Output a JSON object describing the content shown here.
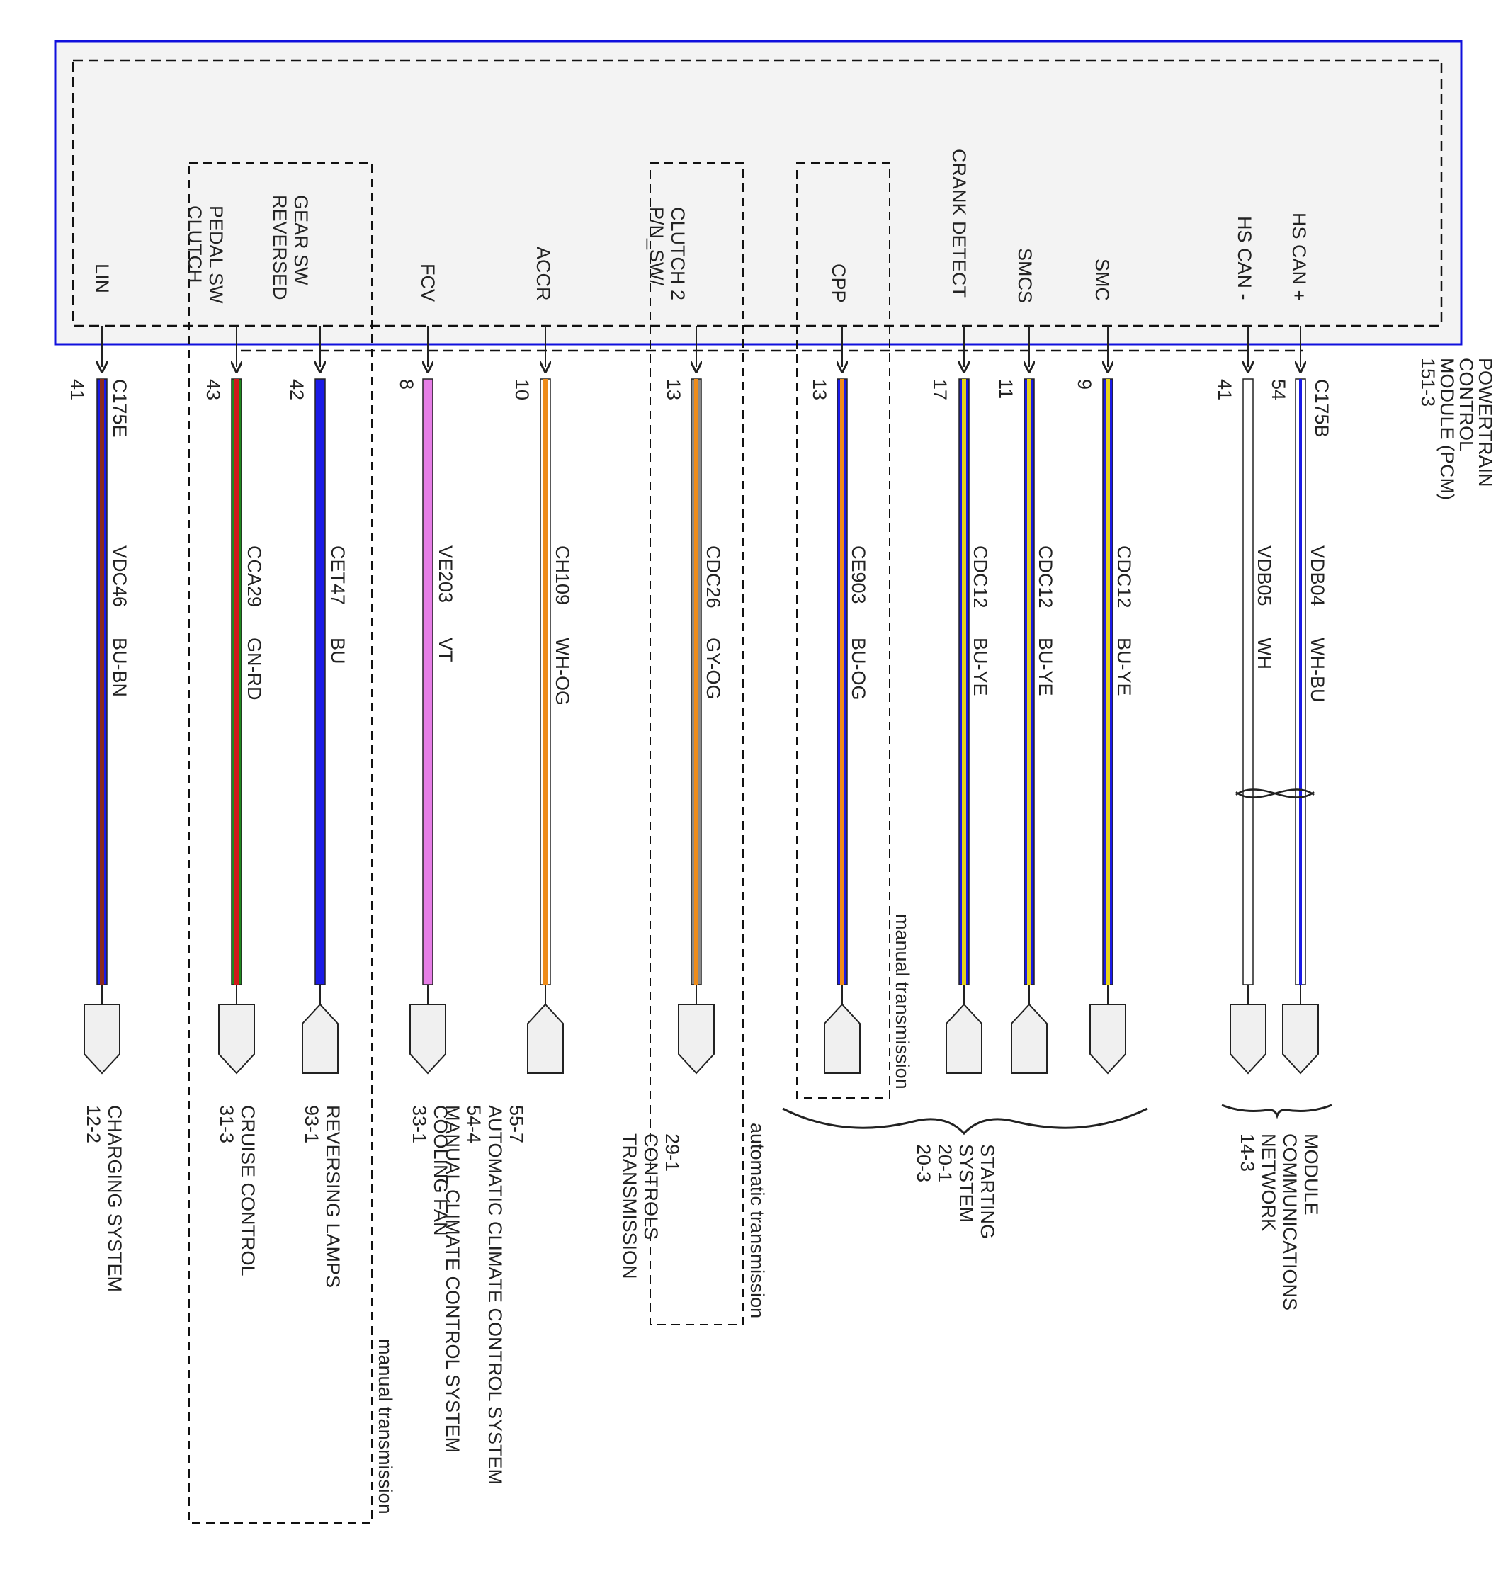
{
  "module": {
    "name_lines": [
      "POWERTRAIN",
      "CONTROL",
      "MODULE (PCM)",
      "151-3"
    ],
    "connector_left": "C175E",
    "connector_right": "C175B"
  },
  "colors": {
    "frame_border": "#1010dd",
    "module_fill": "#f3f3f3",
    "wire_outline": "#222222",
    "BU": "#1a1ae6",
    "BN": "#8b2a1e",
    "GN": "#1e8a1e",
    "RD": "#d11a1a",
    "VT": "#e67ee6",
    "WH": "#ffffff",
    "OG": "#ee8c1a",
    "GY": "#8a8a8a",
    "YE": "#e6d21a"
  },
  "signals": [
    {
      "key": "lin",
      "label_lines": [
        "LIN"
      ],
      "pin": "41",
      "circuit": "VDC46",
      "color_code": "BU-BN",
      "base": "BU",
      "stripe": "BN",
      "dest_lines": [
        "CHARGING SYSTEM",
        "12-2"
      ],
      "connector": "down"
    },
    {
      "key": "clutch",
      "label_lines": [
        "CLUTCH",
        "PEDAL SW"
      ],
      "pin": "43",
      "circuit": "CCA29",
      "color_code": "GN-RD",
      "base": "GN",
      "stripe": "RD",
      "dest_lines": [
        "CRUISE CONTROL",
        "31-3"
      ],
      "connector": "down"
    },
    {
      "key": "revgear",
      "label_lines": [
        "REVERSED",
        "GEAR SW"
      ],
      "pin": "42",
      "circuit": "CET47",
      "color_code": "BU",
      "base": "BU",
      "stripe": "",
      "dest_lines": [
        "REVERSING LAMPS",
        "93-1"
      ],
      "connector": "up"
    },
    {
      "key": "fcv",
      "label_lines": [
        "FCV"
      ],
      "pin": "8",
      "circuit": "VE203",
      "color_code": "VT",
      "base": "VT",
      "stripe": "",
      "dest_lines": [
        "COOLING FAN",
        "33-1"
      ],
      "connector": "down"
    },
    {
      "key": "accr",
      "label_lines": [
        "ACCR"
      ],
      "pin": "10",
      "circuit": "CH109",
      "color_code": "WH-OG",
      "base": "WH",
      "stripe": "OG",
      "dest_lines": [
        "MANUAL CLIMATE CONTROL SYSTEM",
        "54-4",
        "AUTOMATIC CLIMATE CONTROL SYSTEM",
        "55-7"
      ],
      "connector": "up"
    },
    {
      "key": "pnsw",
      "label_lines": [
        "P/N_SW/",
        "CLUTCH 2"
      ],
      "pin": "13",
      "circuit": "CDC26",
      "color_code": "GY-OG",
      "base": "GY",
      "stripe": "OG",
      "dest_lines": [
        "TRANSMISSION",
        "CONTROLS",
        "29-1"
      ],
      "connector": "down"
    },
    {
      "key": "cpp",
      "label_lines": [
        "CPP"
      ],
      "pin": "13",
      "circuit": "CE903",
      "color_code": "BU-OG",
      "base": "BU",
      "stripe": "OG",
      "dest_lines": [],
      "connector": "up"
    },
    {
      "key": "crank",
      "label_lines": [
        "CRANK DETECT"
      ],
      "pin": "17",
      "circuit": "CDC12",
      "color_code": "BU-YE",
      "base": "BU",
      "stripe": "YE",
      "dest_lines": [],
      "connector": "up"
    },
    {
      "key": "smcs",
      "label_lines": [
        "SMCS"
      ],
      "pin": "11",
      "circuit": "CDC12",
      "color_code": "BU-YE",
      "base": "BU",
      "stripe": "YE",
      "dest_lines": [],
      "connector": "up"
    },
    {
      "key": "smc",
      "label_lines": [
        "SMC"
      ],
      "pin": "9",
      "circuit": "CDC12",
      "color_code": "BU-YE",
      "base": "BU",
      "stripe": "YE",
      "dest_lines": [],
      "connector": "down"
    },
    {
      "key": "hscanm",
      "label_lines": [
        "HS CAN -"
      ],
      "pin": "41",
      "circuit": "VDB05",
      "color_code": "WH",
      "base": "WH",
      "stripe": "",
      "dest_lines": [],
      "connector": "down"
    },
    {
      "key": "hscanp",
      "label_lines": [
        "HS CAN +"
      ],
      "pin": "54",
      "circuit": "VDB04",
      "color_code": "WH-BU",
      "base": "WH",
      "stripe": "BU",
      "dest_lines": [],
      "connector": "down"
    }
  ],
  "groups": {
    "starting": [
      "STARTING",
      "SYSTEM",
      "20-1",
      "20-3"
    ],
    "network": [
      "MODULE",
      "COMMUNICATIONS",
      "NETWORK",
      "14-3"
    ]
  },
  "notes": {
    "manual_left": "manual transmission",
    "automatic": "automatic transmission",
    "manual_cpp": "manual transmission"
  }
}
